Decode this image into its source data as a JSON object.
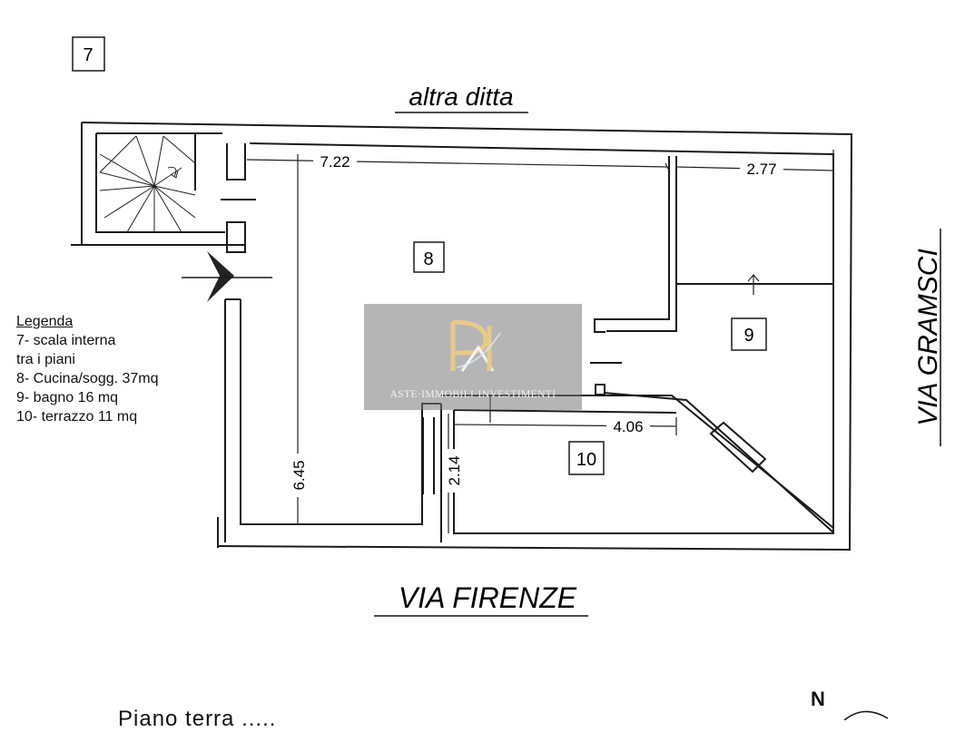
{
  "rooms": {
    "r7": "7",
    "r8": "8",
    "r9": "9",
    "r10": "10"
  },
  "streets": {
    "north": "altra ditta",
    "south": "VIA FIRENZE",
    "east": "VIA GRAMSCI"
  },
  "dimensions": {
    "d1": "7.22",
    "d2": "2.77",
    "d3": "6.45",
    "d4": "4.06",
    "d5": "2.14"
  },
  "legend": {
    "title": "Legenda",
    "items": [
      "7- scala interna",
      "tra i piani",
      "8- Cucina/sogg. 37mq",
      "9- bagno 16 mq",
      "10- terrazzo 11 mq"
    ]
  },
  "watermark": {
    "text": "ASTE·IMMOBILI·INVESTIMENTI"
  },
  "compass": {
    "label": "N"
  },
  "caption": "Piano terra ....."
}
